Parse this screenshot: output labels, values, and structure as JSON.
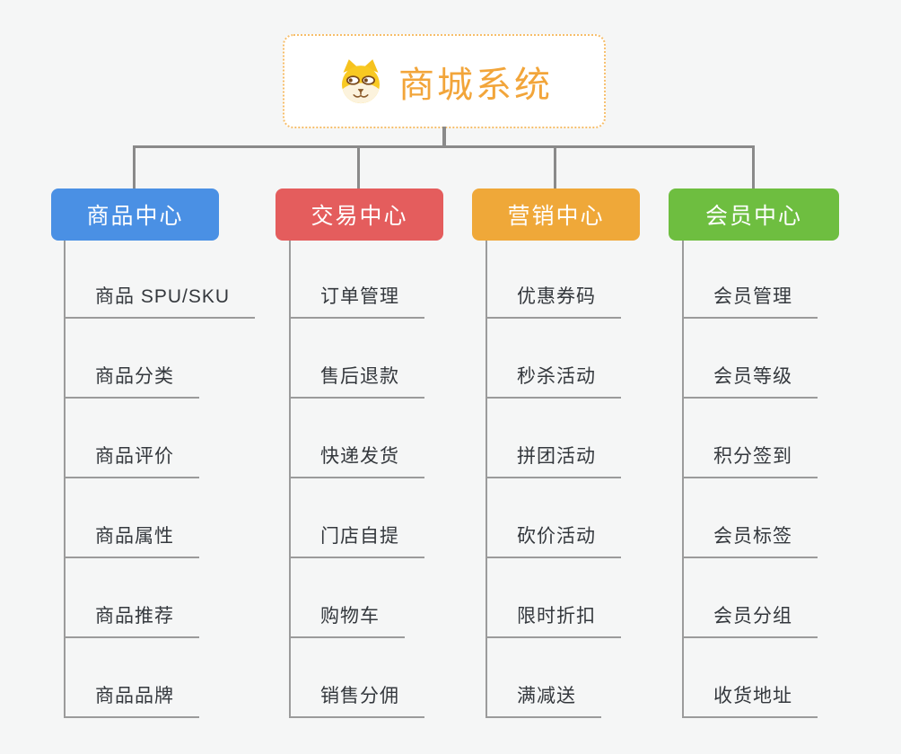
{
  "page": {
    "background": "#f5f6f6"
  },
  "root": {
    "title": "商城系统",
    "icon": "dog-face-icon",
    "text_color": "#f2a53a",
    "border_color": "#f6be6b",
    "background": "#ffffff"
  },
  "branches": [
    {
      "label": "商品中心",
      "color": "#4a90e4",
      "children": [
        "商品 SPU/SKU",
        "商品分类",
        "商品评价",
        "商品属性",
        "商品推荐",
        "商品品牌"
      ]
    },
    {
      "label": "交易中心",
      "color": "#e45d5d",
      "children": [
        "订单管理",
        "售后退款",
        "快递发货",
        "门店自提",
        "购物车",
        "销售分佣"
      ]
    },
    {
      "label": "营销中心",
      "color": "#efa839",
      "children": [
        "优惠券码",
        "秒杀活动",
        "拼团活动",
        "砍价活动",
        "限时折扣",
        "满减送"
      ]
    },
    {
      "label": "会员中心",
      "color": "#6ebe40",
      "children": [
        "会员管理",
        "会员等级",
        "积分签到",
        "会员标签",
        "会员分组",
        "收货地址"
      ]
    }
  ],
  "connectors": {
    "tree_line_color": "#8a8a8a",
    "leaf_line_color": "#9b9b9b"
  }
}
